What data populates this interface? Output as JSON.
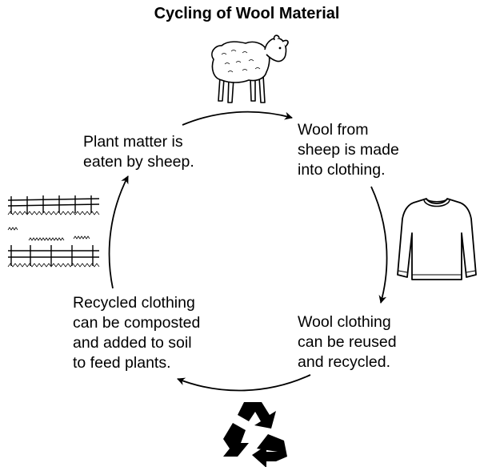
{
  "title": "Cycling of Wool Material",
  "steps": [
    {
      "text": "Wool from\nsheep is made\ninto clothing.",
      "icon": "sweater-icon"
    },
    {
      "text": "Wool clothing\ncan be reused\nand recycled.",
      "icon": "recycle-icon"
    },
    {
      "text": "Recycled clothing\ncan be composted\nand added to soil\nto feed plants.",
      "icon": "fenced-field-icon"
    },
    {
      "text": "Plant matter is\neaten by sheep.",
      "icon": "sheep-icon"
    }
  ]
}
